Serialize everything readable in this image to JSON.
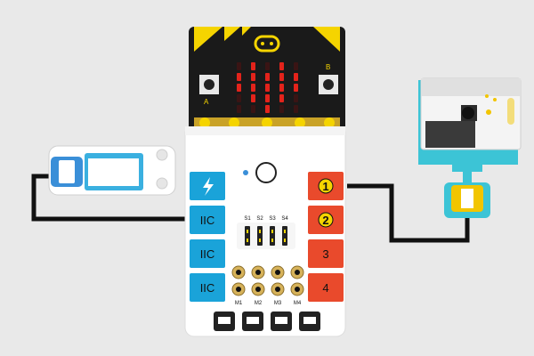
{
  "microbit": {
    "button_a_label": "A",
    "button_b_label": "B",
    "heart_pattern": [
      [
        0,
        1,
        0,
        1,
        0
      ],
      [
        1,
        1,
        1,
        1,
        1
      ],
      [
        1,
        1,
        1,
        1,
        1
      ],
      [
        0,
        1,
        1,
        1,
        0
      ],
      [
        0,
        0,
        1,
        0,
        0
      ]
    ]
  },
  "expansion_board": {
    "left_ports": [
      {
        "id": "power",
        "label": "",
        "icon": "lightning-icon"
      },
      {
        "id": "iic-1",
        "label": "IIC"
      },
      {
        "id": "iic-2",
        "label": "IIC"
      },
      {
        "id": "iic-3",
        "label": "IIC"
      }
    ],
    "right_ports": [
      {
        "id": "port-1",
        "label": "1",
        "circled": true
      },
      {
        "id": "port-2",
        "label": "2",
        "circled": true
      },
      {
        "id": "port-3",
        "label": "3",
        "circled": false
      },
      {
        "id": "port-4",
        "label": "4",
        "circled": false
      }
    ],
    "servo_labels": [
      "S1",
      "S2",
      "S3",
      "S4"
    ],
    "motor_labels": [
      "M1",
      "M2",
      "M3",
      "M4"
    ]
  },
  "colors": {
    "background": "#e9e9e9",
    "iic_port": "#1aa3d9",
    "numbered_port": "#e94a2c",
    "microbit_black": "#1a1a1a",
    "microbit_yellow": "#f5d400",
    "led_red": "#e3231b",
    "sensor_cyan": "#3cc4d6",
    "oled_blue": "#3a8fd8",
    "connector_yellow": "#f2c500",
    "wire": "#111111"
  }
}
